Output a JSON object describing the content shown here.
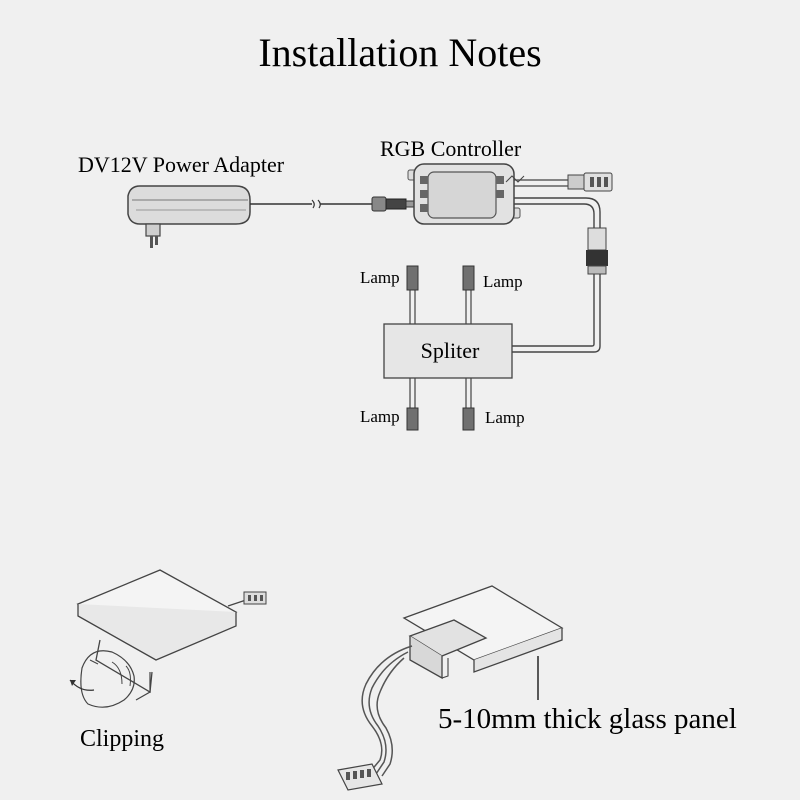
{
  "title": "Installation Notes",
  "labels": {
    "power_adapter": "DV12V Power Adapter",
    "rgb_controller": "RGB Controller",
    "splitter": "Spliter",
    "lamp": "Lamp",
    "clipping": "Clipping",
    "glass_panel": "5-10mm thick glass panel"
  },
  "colors": {
    "background": "#f0f0f0",
    "device_fill": "#dedede",
    "device_stroke": "#555555",
    "lamp_plug": "#6e6e6e"
  }
}
